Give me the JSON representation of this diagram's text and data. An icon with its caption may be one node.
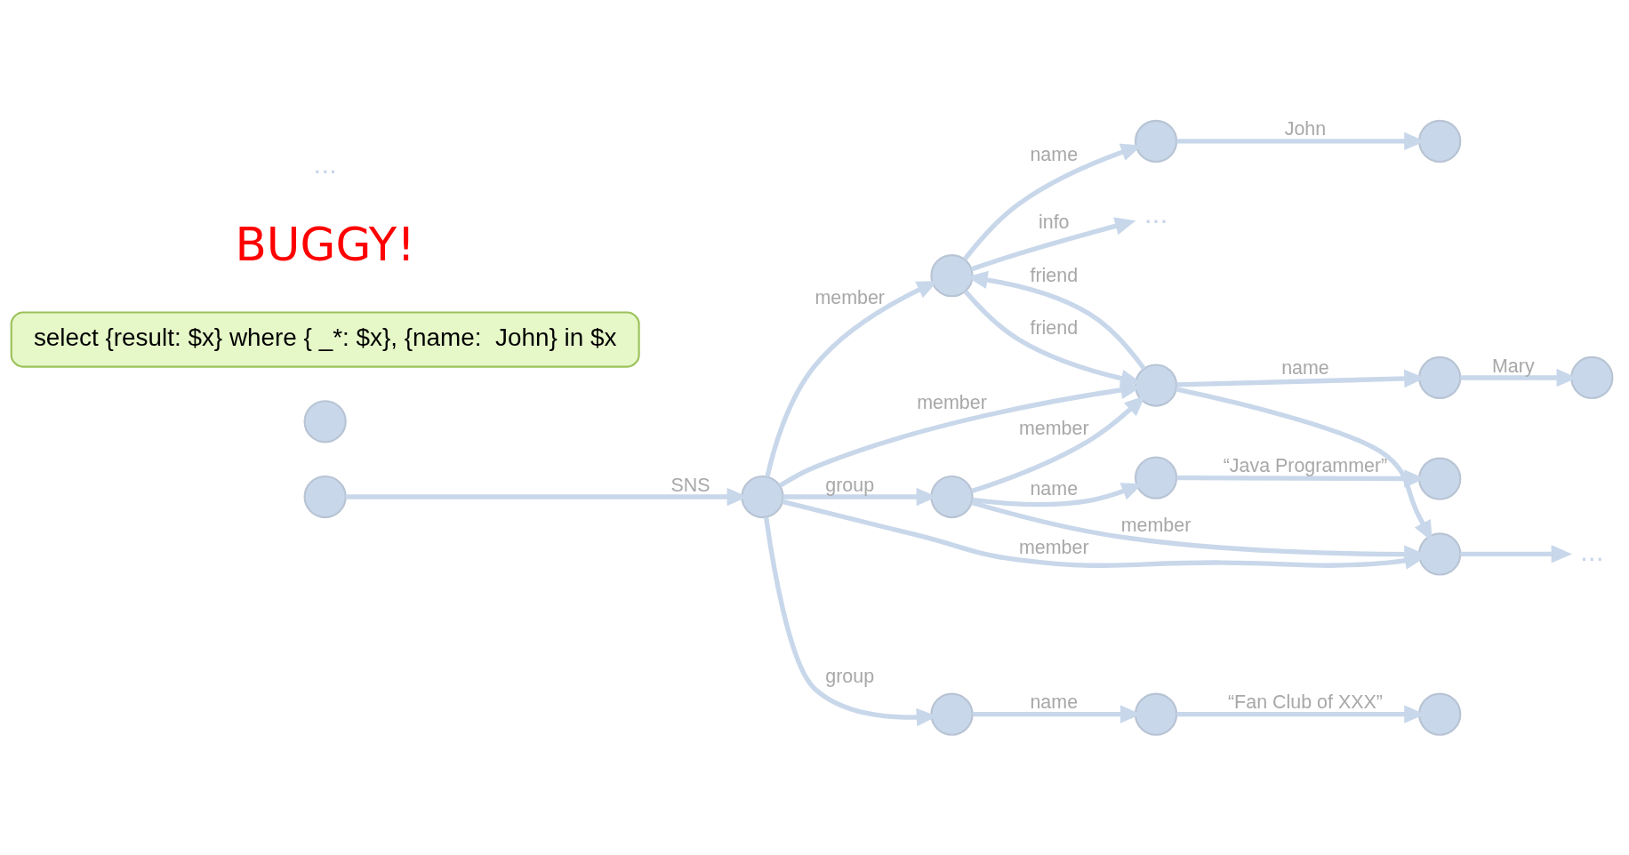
{
  "diagram": {
    "nodes": [
      {
        "text": [],
        "shape": "circle"
      },
      {
        "text": [],
        "shape": "circle"
      },
      {
        "text": [],
        "shape": "circle"
      },
      {
        "text": [],
        "shape": "circle"
      },
      {
        "text": [],
        "shape": "circle"
      },
      {
        "text": [
          "..."
        ]
      },
      {
        "text": [],
        "shape": "circle"
      },
      {
        "text": [],
        "shape": "circle"
      },
      {
        "text": [],
        "shape": "circle"
      },
      {
        "text": [],
        "shape": "circle"
      },
      {
        "text": [],
        "shape": "circle"
      },
      {
        "text": [
          "..."
        ]
      },
      {
        "text": [],
        "shape": "circle"
      },
      {
        "text": [],
        "shape": "circle"
      },
      {
        "text": [],
        "shape": "circle"
      },
      {
        "text": [],
        "shape": "circle"
      },
      {
        "text": [],
        "shape": "circle"
      },
      {
        "text": [],
        "shape": "circle"
      },
      {
        "text": [
          "select {result: $x} where { _*: $x}, {name:  John} in $x"
        ]
      }
    ],
    "edges": [
      {
        "from": 0,
        "to": 1,
        "arrow": "to",
        "label": "SNS"
      },
      {
        "from": 1,
        "to": 2,
        "arrow": "to",
        "label": "member"
      },
      {
        "from": 2,
        "to": 3,
        "arrow": "to",
        "label": "name"
      },
      {
        "from": 3,
        "to": 4,
        "arrow": "to",
        "label": "John"
      },
      {
        "from": 2,
        "to": 5,
        "arrow": "to",
        "label": "info"
      },
      {
        "from": 2,
        "to": 6,
        "arrow": "to",
        "label": "friend"
      },
      {
        "from": 6,
        "to": 2,
        "arrow": "to",
        "label": "friend"
      },
      {
        "from": 1,
        "to": 6,
        "arrow": "to",
        "label": "member"
      },
      {
        "from": 1,
        "to": 9,
        "arrow": "to",
        "label": "member"
      },
      {
        "from": 6,
        "to": 7,
        "arrow": "to",
        "label": "name"
      },
      {
        "from": 7,
        "to": 8,
        "arrow": "to",
        "label": "Mary"
      },
      {
        "from": 6,
        "to": 9,
        "arrow": "to"
      },
      {
        "from": 9,
        "to": 11,
        "arrow": "to"
      },
      {
        "from": 1,
        "to": 12,
        "arrow": "to",
        "label": "group"
      },
      {
        "from": 1,
        "to": 15,
        "arrow": "to",
        "label": "group"
      },
      {
        "from": 12,
        "to": 13,
        "arrow": "to",
        "label": "name"
      },
      {
        "from": 13,
        "to": 14,
        "arrow": "to",
        "label": "“Fan Club of XXX”"
      },
      {
        "from": 15,
        "to": 16,
        "arrow": "to",
        "label": "name"
      },
      {
        "from": 16,
        "to": 17,
        "arrow": "to",
        "label": "“Java Programmer”"
      },
      {
        "from": 15,
        "to": 6,
        "arrow": "to",
        "label": "member"
      },
      {
        "from": 15,
        "to": 9,
        "arrow": "to",
        "label": "member"
      }
    ],
    "labels": [
      "BUGGY!",
      "..."
    ]
  }
}
